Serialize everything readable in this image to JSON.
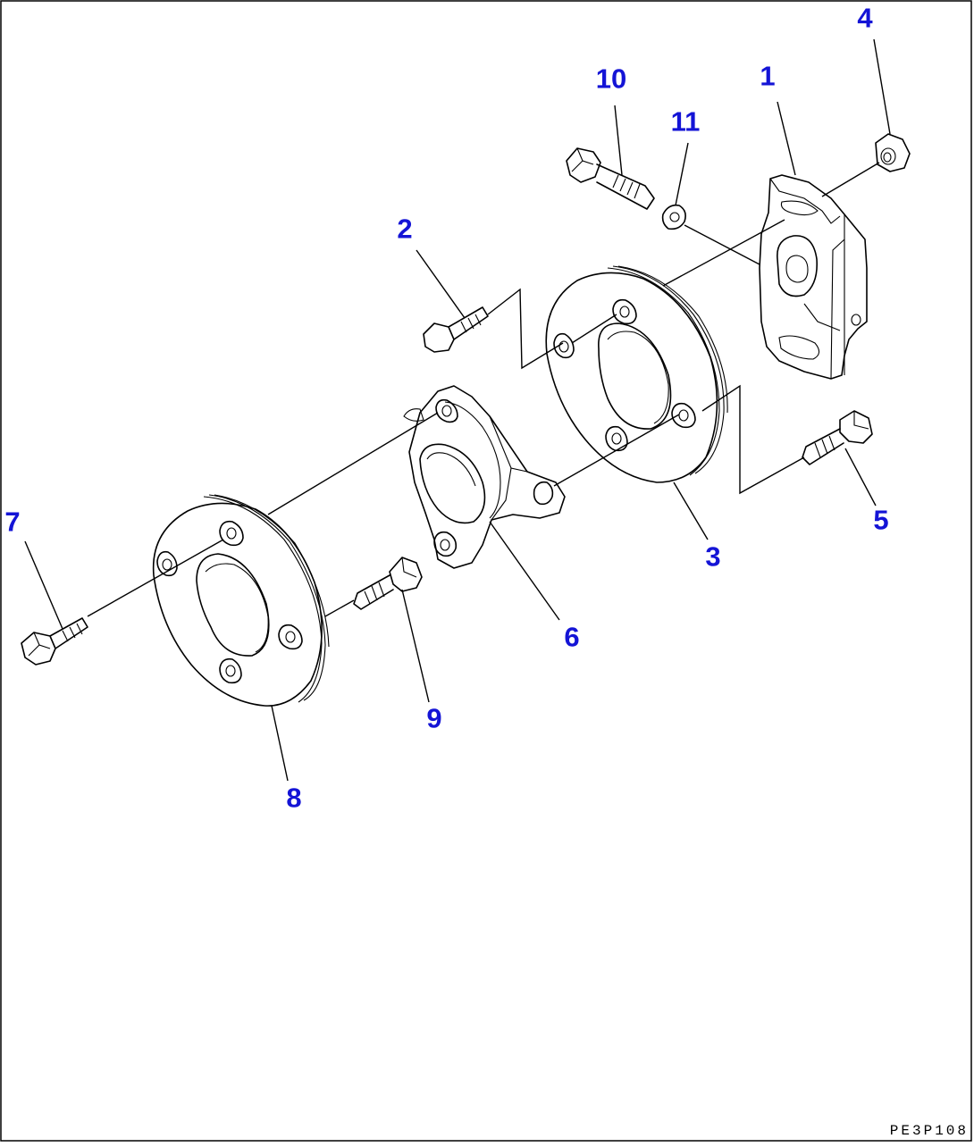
{
  "callouts": {
    "c1": "1",
    "c2": "2",
    "c3": "3",
    "c4": "4",
    "c5": "5",
    "c6": "6",
    "c7": "7",
    "c8": "8",
    "c9": "9",
    "c10": "10",
    "c11": "11"
  },
  "drawing_code": "PE3P108",
  "colors": {
    "callout": "#1414d6",
    "line": "#000000",
    "background": "#ffffff"
  }
}
